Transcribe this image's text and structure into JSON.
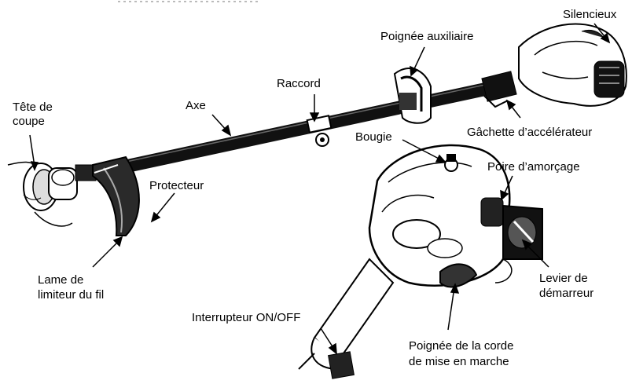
{
  "colors": {
    "ink": "#000000",
    "paper": "#ffffff",
    "gray": "#7a7a7a",
    "light": "#d9d9d9"
  },
  "labels": {
    "tete_l1": "Tête de",
    "tete_l2": "coupe",
    "axe": "Axe",
    "raccord": "Raccord",
    "poignee_aux": "Poignée auxiliaire",
    "silencieux": "Silencieux",
    "gachette": "Gâchette d’accélérateur",
    "bougie": "Bougie",
    "poire": "Poire d’amorçage",
    "protecteur": "Protecteur",
    "lame_l1": "Lame de",
    "lame_l2": "limiteur du fil",
    "levier_l1": "Levier de",
    "levier_l2": "démarreur",
    "interrupteur": "Interrupteur  ON/OFF",
    "corde_l1": "Poignée de la corde",
    "corde_l2": "de mise en marche"
  },
  "icons": [
    "cutting-head-icon",
    "engine-icon",
    "trimmer-shaft-icon"
  ]
}
